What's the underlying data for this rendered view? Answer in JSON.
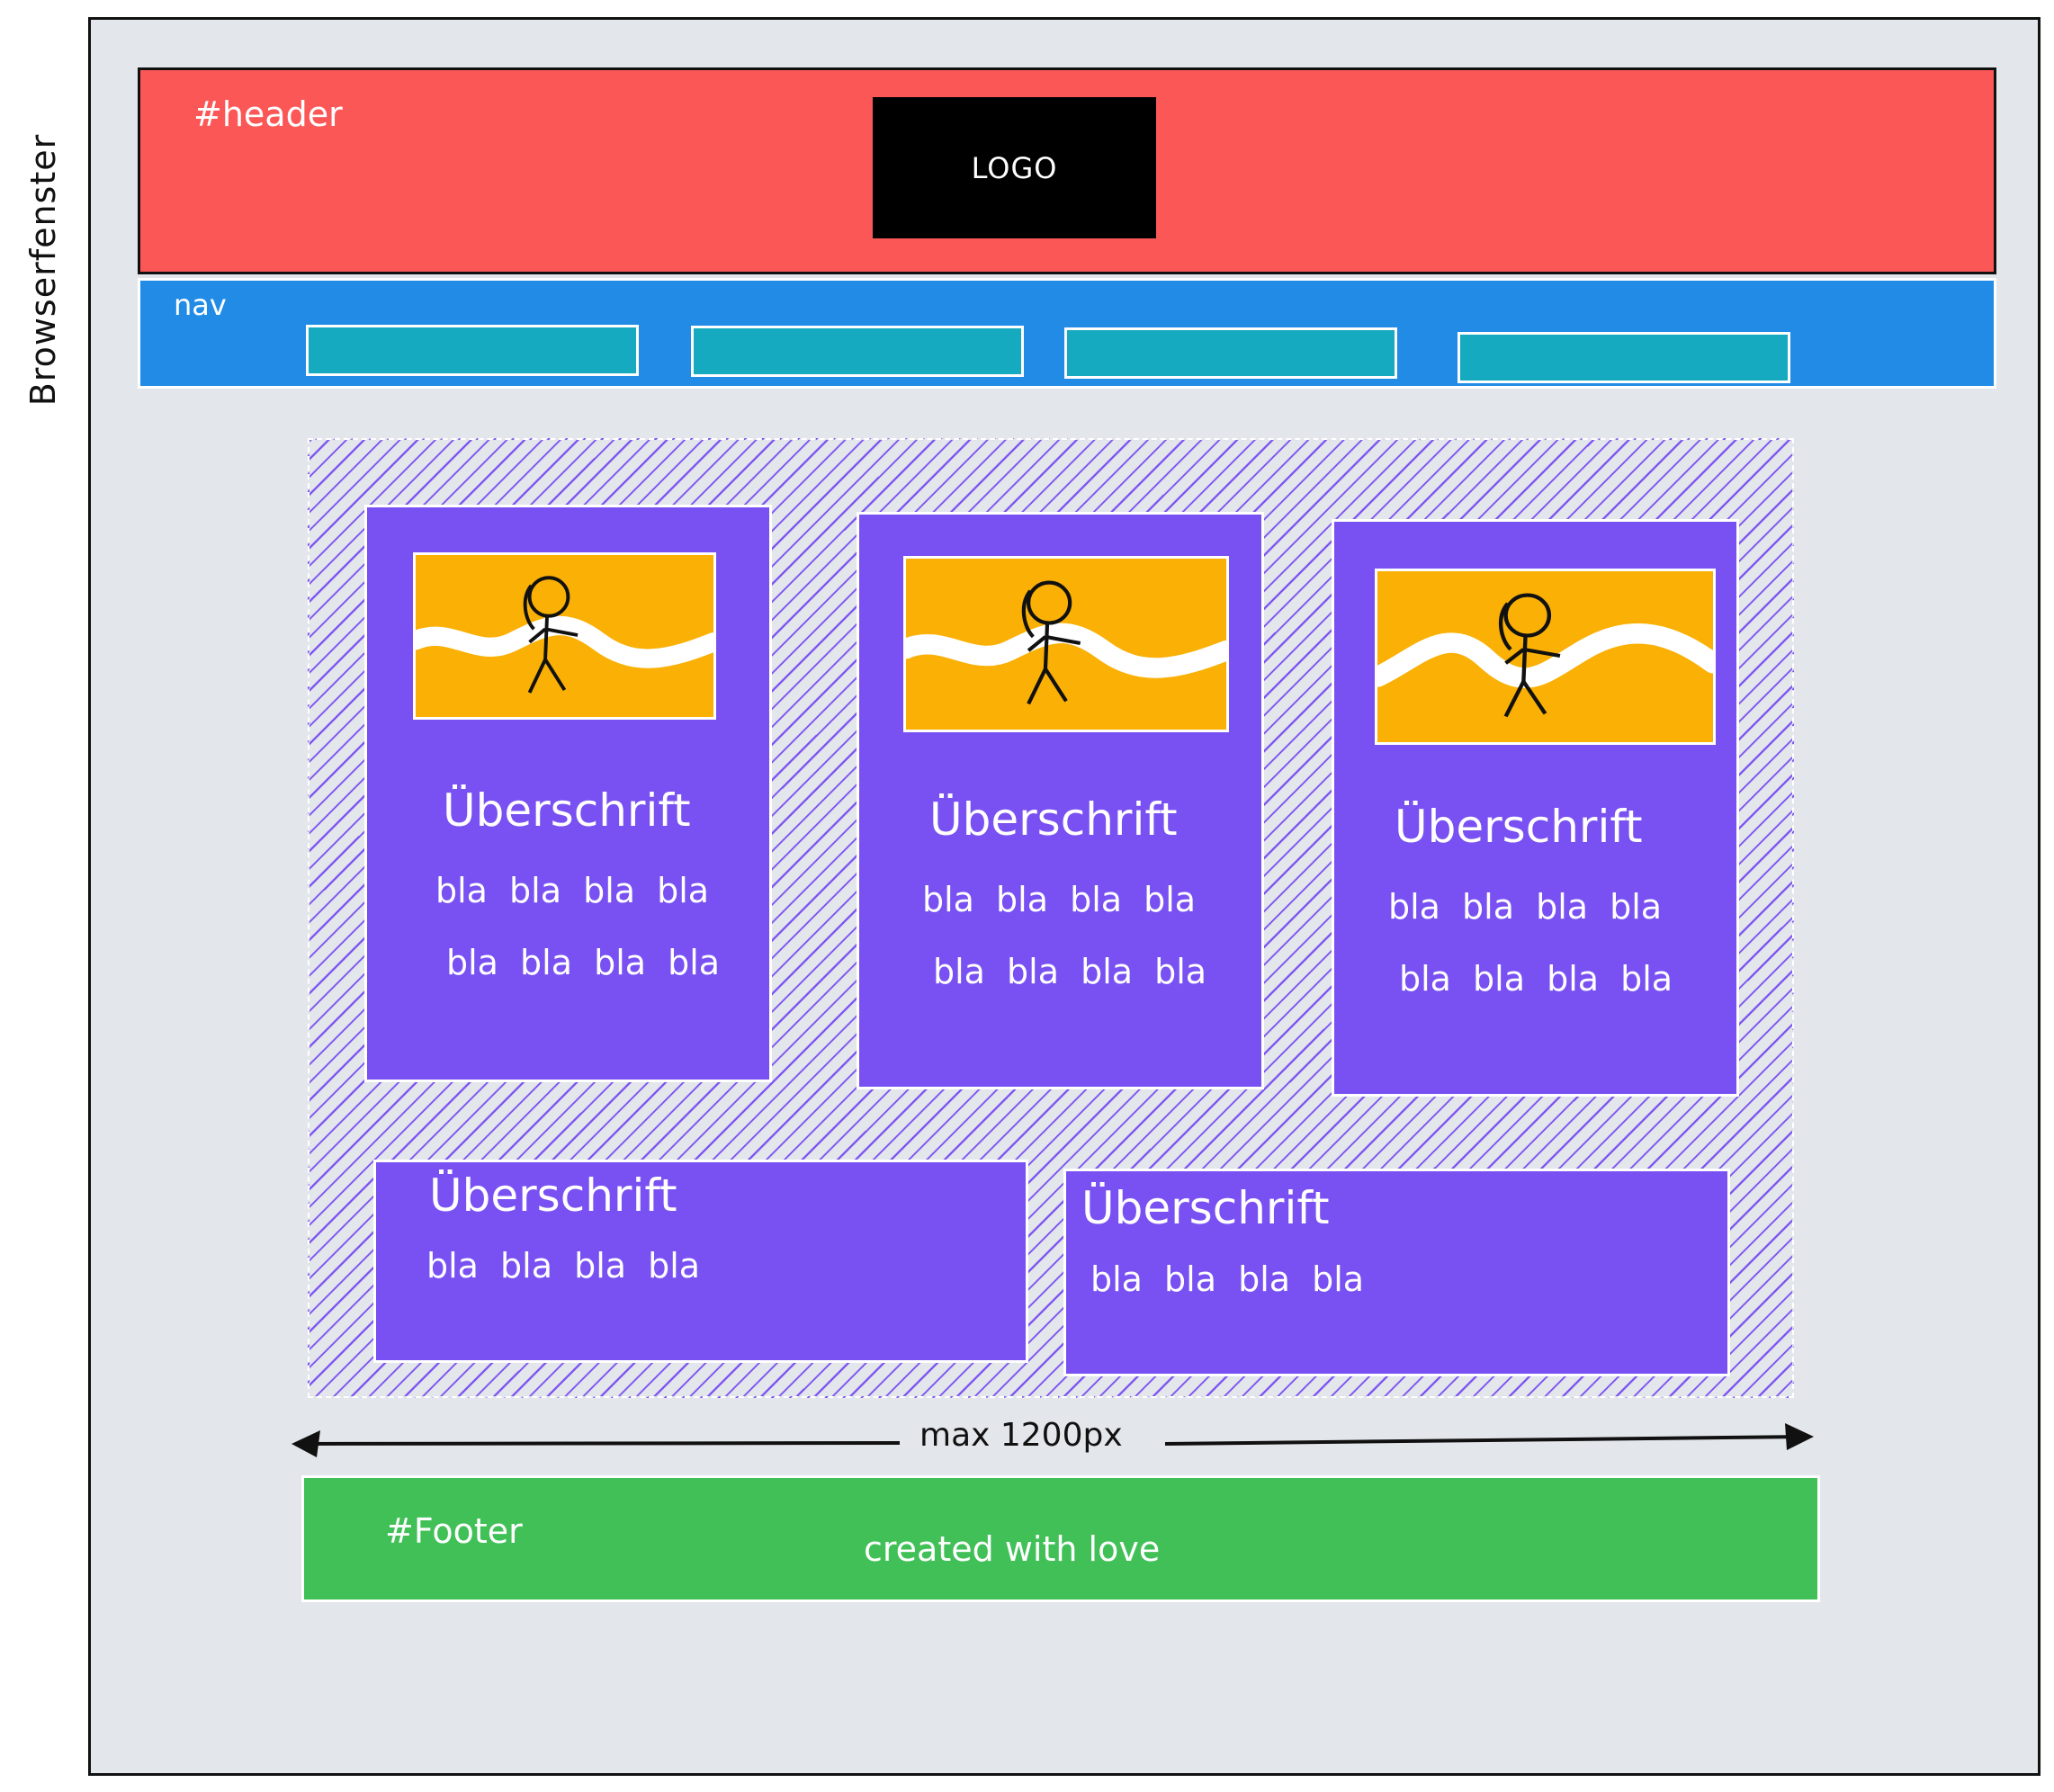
{
  "browser": {
    "label": "Browserfenster"
  },
  "header": {
    "label": "#header",
    "logo": "LOGO"
  },
  "nav": {
    "label": "nav"
  },
  "cards": [
    {
      "title": "Überschrift",
      "lines": [
        "bla bla bla bla",
        "bla bla bla bla"
      ]
    },
    {
      "title": "Überschrift",
      "lines": [
        "bla bla bla bla",
        "bla bla bla bla"
      ]
    },
    {
      "title": "Überschrift",
      "lines": [
        "bla bla bla bla",
        "bla bla bla bla"
      ]
    },
    {
      "title": "Überschrift",
      "lines": [
        "bla bla bla bla"
      ]
    },
    {
      "title": "Überschrift",
      "lines": [
        "bla bla bla bla"
      ]
    }
  ],
  "dimension": {
    "label": "max 1200px"
  },
  "footer": {
    "label": "#Footer",
    "text": "created with love"
  },
  "colors": {
    "header": "#fc5757",
    "nav": "#228be6",
    "nav_item": "#15aabf",
    "card": "#7950f2",
    "image": "#fab005",
    "footer": "#40c057",
    "browser_bg": "#e3e6ea"
  }
}
